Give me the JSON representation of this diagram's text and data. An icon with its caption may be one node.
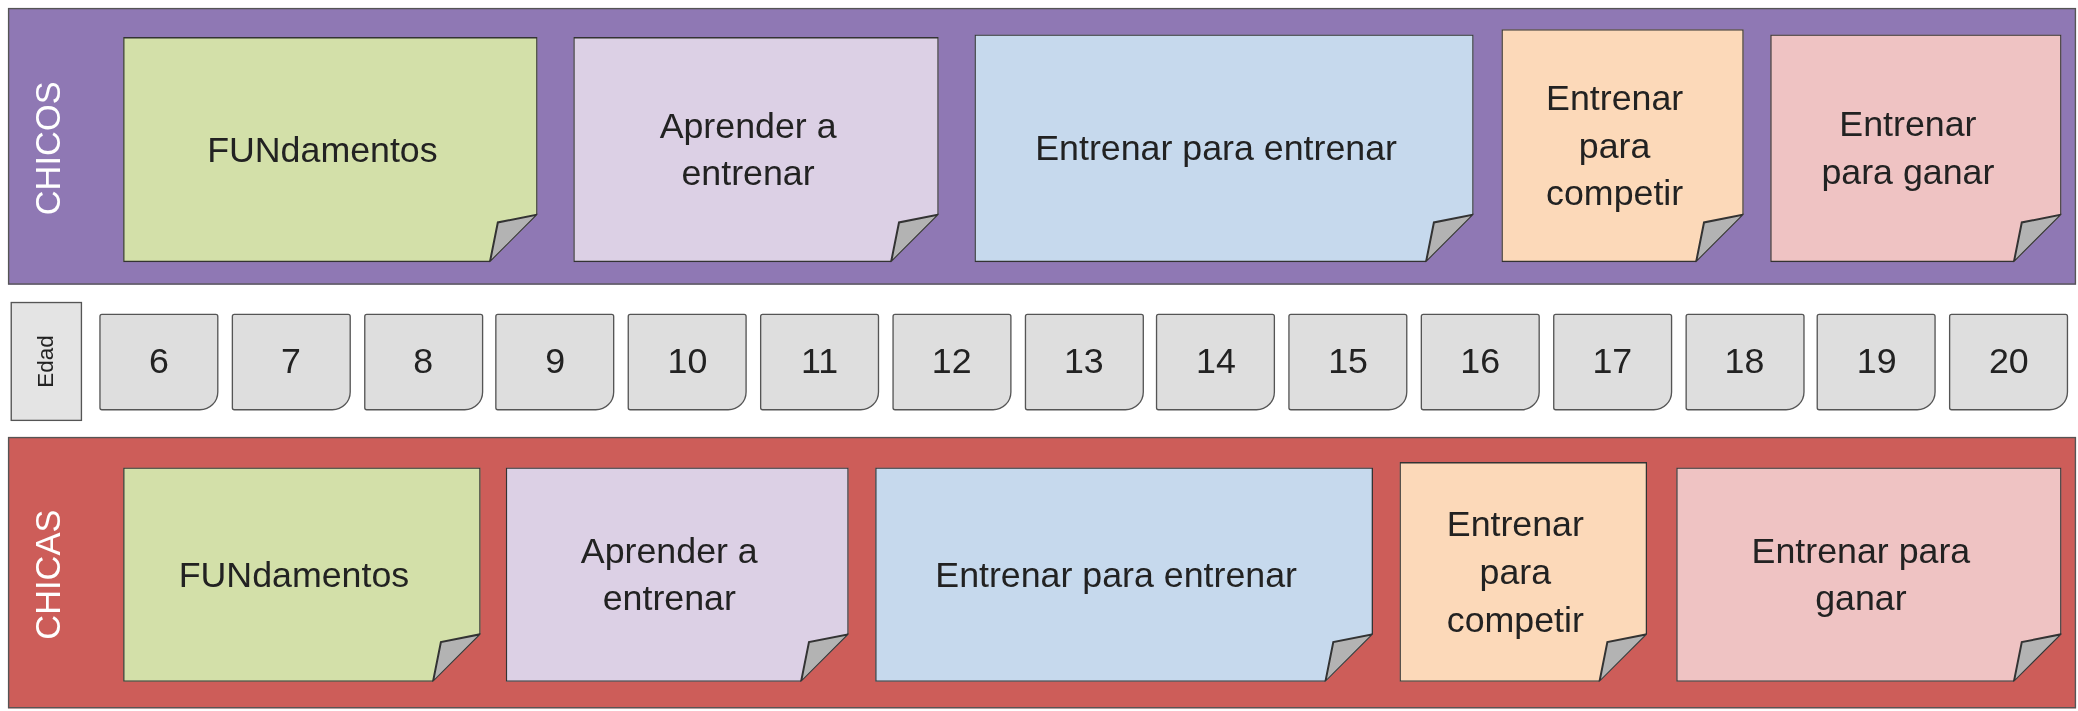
{
  "diagram": {
    "nodes": [
      {
        "text": [
          "CHICOS"
        ]
      },
      {
        "text": [
          "FUNdamentos"
        ],
        "in": 0
      },
      {
        "text": [
          "Aprender a entrenar"
        ],
        "in": 0
      },
      {
        "text": [
          "Entrenar para entrenar"
        ],
        "in": 0
      },
      {
        "text": [
          "Entrenar para competir"
        ],
        "in": 0
      },
      {
        "text": [
          "Entrenar para ganar"
        ],
        "in": 0
      },
      {
        "text": [
          "Edad"
        ]
      },
      {
        "text": [
          "6"
        ]
      },
      {
        "text": [
          "7"
        ]
      },
      {
        "text": [
          "8"
        ]
      },
      {
        "text": [
          "9"
        ]
      },
      {
        "text": [
          "10"
        ]
      },
      {
        "text": [
          "11"
        ]
      },
      {
        "text": [
          "12"
        ]
      },
      {
        "text": [
          "13"
        ]
      },
      {
        "text": [
          "14"
        ]
      },
      {
        "text": [
          "15"
        ]
      },
      {
        "text": [
          "16"
        ]
      },
      {
        "text": [
          "17"
        ]
      },
      {
        "text": [
          "18"
        ]
      },
      {
        "text": [
          "19"
        ]
      },
      {
        "text": [
          "20"
        ]
      },
      {
        "text": [
          "CHICAS"
        ]
      },
      {
        "text": [
          "FUNdamentos"
        ],
        "in": 22
      },
      {
        "text": [
          "Aprender a entrenar"
        ],
        "in": 22
      },
      {
        "text": [
          "Entrenar para entrenar"
        ],
        "in": 22
      },
      {
        "text": [
          "Entrenar para competir"
        ],
        "in": 22
      },
      {
        "text": [
          "Entrenar para ganar"
        ],
        "in": 22
      }
    ],
    "edges": []
  }
}
